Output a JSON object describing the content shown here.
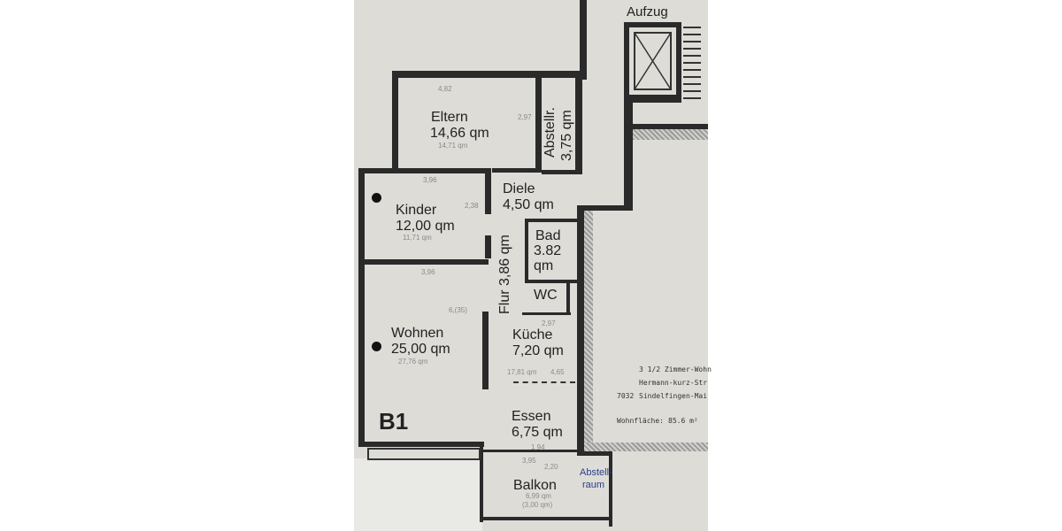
{
  "plan": {
    "label": "B1",
    "elevator": "Aufzug",
    "rooms": [
      {
        "name": "Eltern",
        "area": "14,66 qm"
      },
      {
        "name": "Abstellr.",
        "area": "3,75 qm"
      },
      {
        "name": "Kinder",
        "area": "12,00 qm"
      },
      {
        "name": "Diele",
        "area": "4,50 qm"
      },
      {
        "name": "Bad",
        "area": "3.82",
        "area_unit": "qm"
      },
      {
        "name": "Flur",
        "area": "3,86 qm"
      },
      {
        "name": "WC"
      },
      {
        "name": "Wohnen",
        "area": "25,00 qm"
      },
      {
        "name": "Küche",
        "area": "7,20 qm"
      },
      {
        "name": "Essen",
        "area": "6,75 qm"
      },
      {
        "name": "Balkon"
      }
    ],
    "handwritten": {
      "abstellraum": "Abstell-",
      "abstellraum2": "raum",
      "notes": [
        "4,82",
        "3,96",
        "3,96",
        "6,(35)",
        "27,76 qm",
        "17,81 qm",
        "4,65",
        "2,97",
        "1,94",
        "3,95",
        "2,20",
        "6,99 qm",
        "(3,00 qm)",
        "14,71 qm",
        "11,71 qm",
        "2,38",
        "2,97"
      ]
    },
    "info": {
      "line1": "3 1/2 Zimmer-Wohn",
      "line2": "Hermann-kurz-Str",
      "zip": "7032",
      "line3": "Sindelfingen-Mai",
      "area_label": "Wohnfläche:",
      "area_value": "85.6 m²"
    }
  }
}
